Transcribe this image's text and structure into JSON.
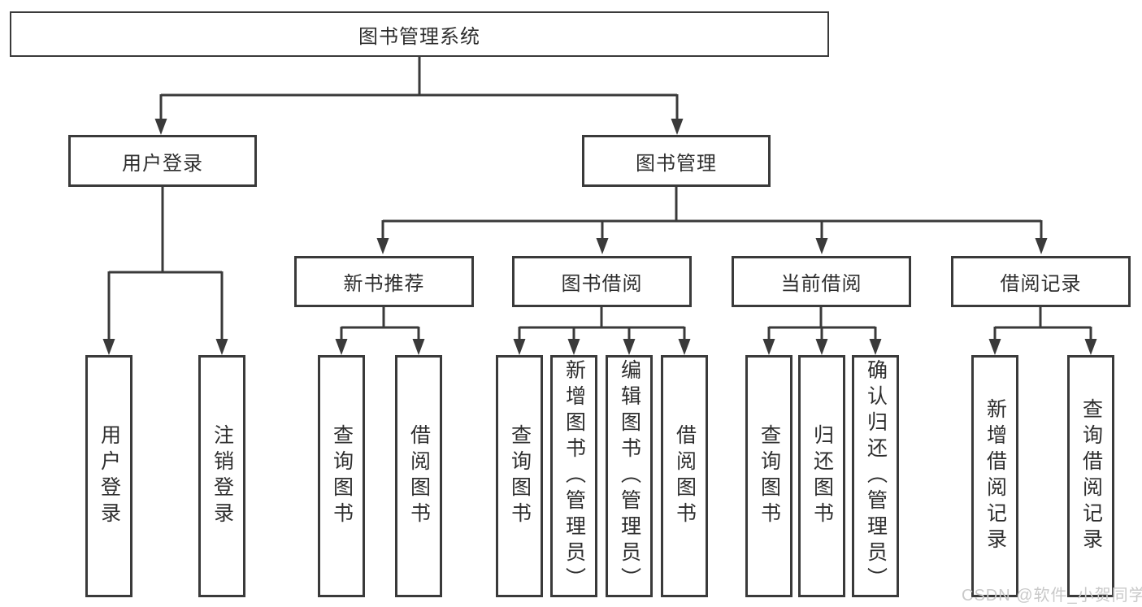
{
  "tree": {
    "root": "图书管理系统",
    "login": {
      "label": "用户登录",
      "children": [
        "用户登录",
        "注销登录"
      ]
    },
    "management": {
      "label": "图书管理",
      "groups": [
        {
          "label": "新书推荐",
          "children": [
            "查询图书",
            "借阅图书"
          ]
        },
        {
          "label": "图书借阅",
          "children": [
            "查询图书",
            "新增图书（管理员）",
            "编辑图书（管理员）",
            "借阅图书"
          ]
        },
        {
          "label": "当前借阅",
          "children": [
            "查询图书",
            "归还图书",
            "确认归还（管理员）"
          ]
        },
        {
          "label": "借阅记录",
          "children": [
            "新增借阅记录",
            "查询借阅记录"
          ]
        }
      ]
    }
  },
  "watermark": "CSDN @软件_小贺同学",
  "colors": {
    "line": "#3a3a3a",
    "text": "#2e2e2e",
    "watermark": "#c9c9c9",
    "background": "#ffffff"
  }
}
